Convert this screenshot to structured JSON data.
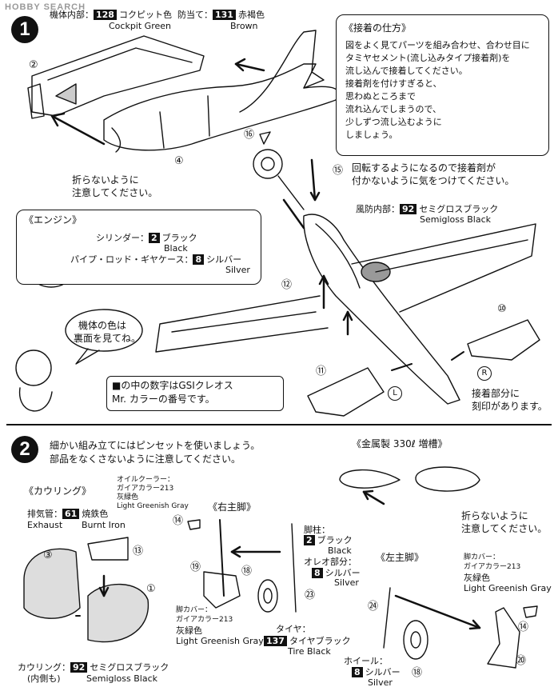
{
  "logo": {
    "text": "HOBBY SEARCH"
  },
  "steps": {
    "one": "1",
    "two": "2"
  },
  "step1": {
    "fuselage_inner": {
      "label": "機体内部：",
      "code": "128",
      "name_ja": "コクピット色",
      "name_en": "Cockpit Green"
    },
    "bulkhead": {
      "label": "防当て：",
      "code": "131",
      "name_ja": "赤褐色",
      "name_en": "Brown"
    },
    "no_fold_note": {
      "line1": "折らないように",
      "line2": "注意してください。"
    },
    "glue": {
      "title": "《接着の仕方》",
      "lines": [
        "図をよく見てパーツを組み合わせ、合わせ目に",
        "タミヤセメント(流し込みタイプ接着剤)を",
        "流し込んで接着してください。",
        "接着剤を付けすぎると、",
        "思わぬところまで",
        "流れ込んでしまうので、",
        "少しずつ流し込むように",
        "しましょう。"
      ]
    },
    "engine": {
      "title": "《エンジン》",
      "cylinder": {
        "label": "シリンダー：",
        "code": "2",
        "name_ja": "ブラック",
        "name_en": "Black"
      },
      "pipe": {
        "label": "パイプ・ロッド・ギヤケース：",
        "code": "8",
        "name_ja": "シルバー",
        "name_en": "Silver"
      }
    },
    "propeller_note": {
      "line1": "回転するようになるので接着剤が",
      "line2": "付かないように気をつけてください。"
    },
    "cowl_inner": {
      "label": "風防内部：",
      "code": "92",
      "name_ja": "セミグロスブラック",
      "name_en": "Semigloss Black"
    },
    "bubble": {
      "line1": "機体の色は",
      "line2": "裏面を見てね。"
    },
    "gsi_note": {
      "line1": "■の中の数字はGSIクレオス",
      "line2": "Mr. カラーの番号です。"
    },
    "mark_note": {
      "line1": "接着部分に",
      "line2": "刻印があります。"
    },
    "marks": {
      "R": "R",
      "L": "L"
    },
    "parts": {
      "p2": "②",
      "p4": "④",
      "p10": "⑩",
      "p11": "⑪",
      "p12": "⑫",
      "p15": "⑮",
      "p16": "⑯"
    }
  },
  "step2": {
    "tweezers": {
      "line1": "細かい組み立てにはピンセットを使いましょう。",
      "line2": "部品をなくさないように注意してください。"
    },
    "tank_title": "《金属製 330ℓ 増槽》",
    "tank_note": {
      "line1": "折らないように",
      "line2": "注意してください。"
    },
    "cowling": {
      "title": "《カウリング》",
      "exhaust": {
        "label": "排気管：",
        "code": "61",
        "name_ja": "焼鉄色",
        "name_en": "Burnt Iron",
        "label_en": "Exhaust"
      },
      "oil": {
        "label": "オイルクーラー：",
        "sub1": "ガイアカラー213",
        "sub2": "灰緑色",
        "name_en": "Light Greenish Gray"
      },
      "cowl": {
        "label": "カウリング：",
        "label2": "(内側も)",
        "code": "92",
        "name_ja": "セミグロスブラック",
        "name_en": "Semigloss Black"
      }
    },
    "right_gear": {
      "title": "《右主脚》",
      "strut": {
        "label": "脚柱：",
        "code": "2",
        "name_ja": "ブラック",
        "name_en": "Black"
      },
      "oleo": {
        "label": "オレオ部分：",
        "code": "8",
        "name_ja": "シルバー",
        "name_en": "Silver"
      },
      "cover": {
        "label": "脚カバー：",
        "sub1": "ガイアカラー213",
        "sub2": "灰緑色",
        "name_en": "Light Greenish Gray"
      },
      "tire": {
        "label": "タイヤ：",
        "code": "137",
        "name_ja": "タイヤブラック",
        "name_en": "Tire Black"
      }
    },
    "left_gear": {
      "title": "《左主脚》",
      "cover": {
        "label": "脚カバー：",
        "sub1": "ガイアカラー213",
        "sub2": "灰緑色",
        "name_en": "Light Greenish Gray"
      },
      "wheel": {
        "label": "ホイール：",
        "code": "8",
        "name_ja": "シルバー",
        "name_en": "Silver"
      }
    },
    "parts": {
      "p1": "①",
      "p3": "③",
      "p13": "⑬",
      "p14a": "⑭",
      "p14b": "⑭",
      "p18a": "⑱",
      "p18b": "⑱",
      "p19": "⑲",
      "p20": "⑳",
      "p23": "㉓",
      "p24": "㉔"
    }
  }
}
